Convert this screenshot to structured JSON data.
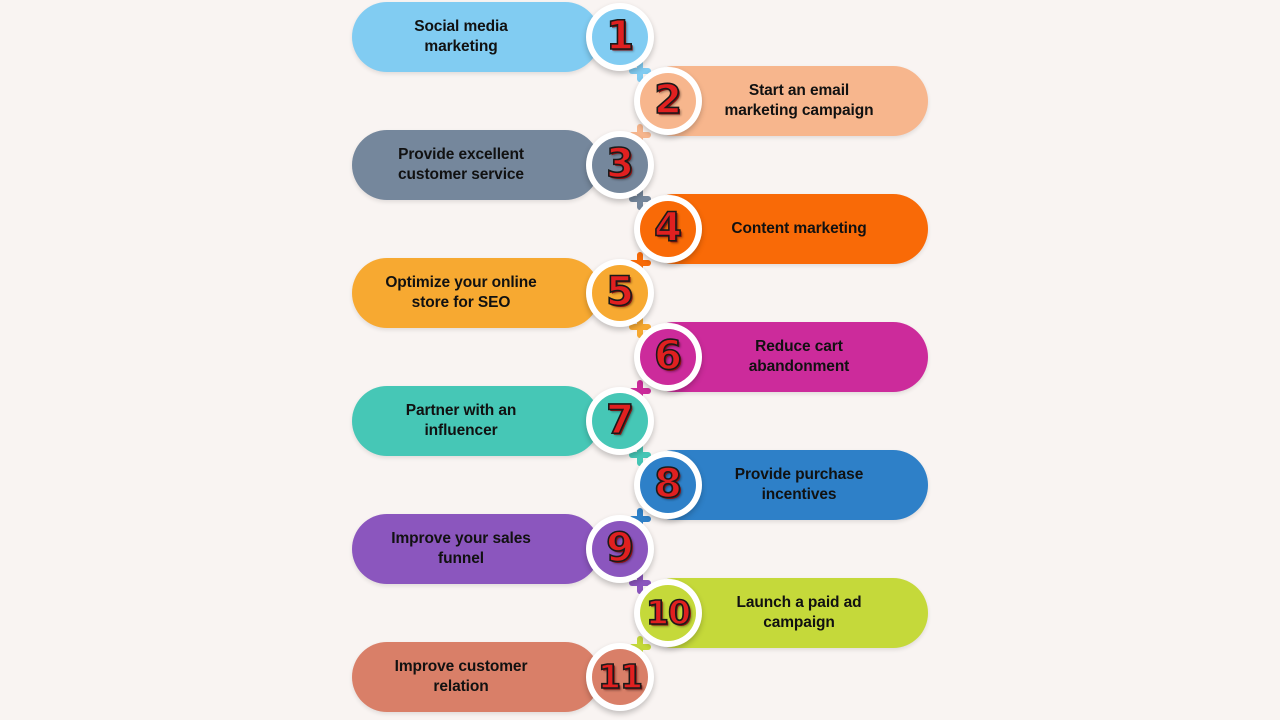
{
  "background_color": "#F9F4F2",
  "number_color": "#E02020",
  "text_color": "#111111",
  "badge_ring_color": "#FFFFFF",
  "steps": [
    {
      "number": "1",
      "label": "Social media\nmarketing",
      "color": "#81CCF2",
      "side": "left"
    },
    {
      "number": "2",
      "label": "Start an email\nmarketing campaign",
      "color": "#F7B68D",
      "side": "right"
    },
    {
      "number": "3",
      "label": "Provide excellent\ncustomer service",
      "color": "#75879C",
      "side": "left"
    },
    {
      "number": "4",
      "label": "Content marketing",
      "color": "#F96A07",
      "side": "right"
    },
    {
      "number": "5",
      "label": "Optimize your online\nstore for SEO",
      "color": "#F7A931",
      "side": "left"
    },
    {
      "number": "6",
      "label": "Reduce cart\nabandonment",
      "color": "#CC2B9B",
      "side": "right"
    },
    {
      "number": "7",
      "label": "Partner with an\ninfluencer",
      "color": "#46C7B6",
      "side": "left"
    },
    {
      "number": "8",
      "label": "Provide purchase\nincentives",
      "color": "#2E80C8",
      "side": "right"
    },
    {
      "number": "9",
      "label": "Improve your sales\nfunnel",
      "color": "#8B56BE",
      "side": "left"
    },
    {
      "number": "10",
      "label": "Launch a paid ad\ncampaign",
      "color": "#C5D93A",
      "side": "right"
    },
    {
      "number": "11",
      "label": "Improve customer\nrelation",
      "color": "#D97F68",
      "side": "left"
    }
  ]
}
